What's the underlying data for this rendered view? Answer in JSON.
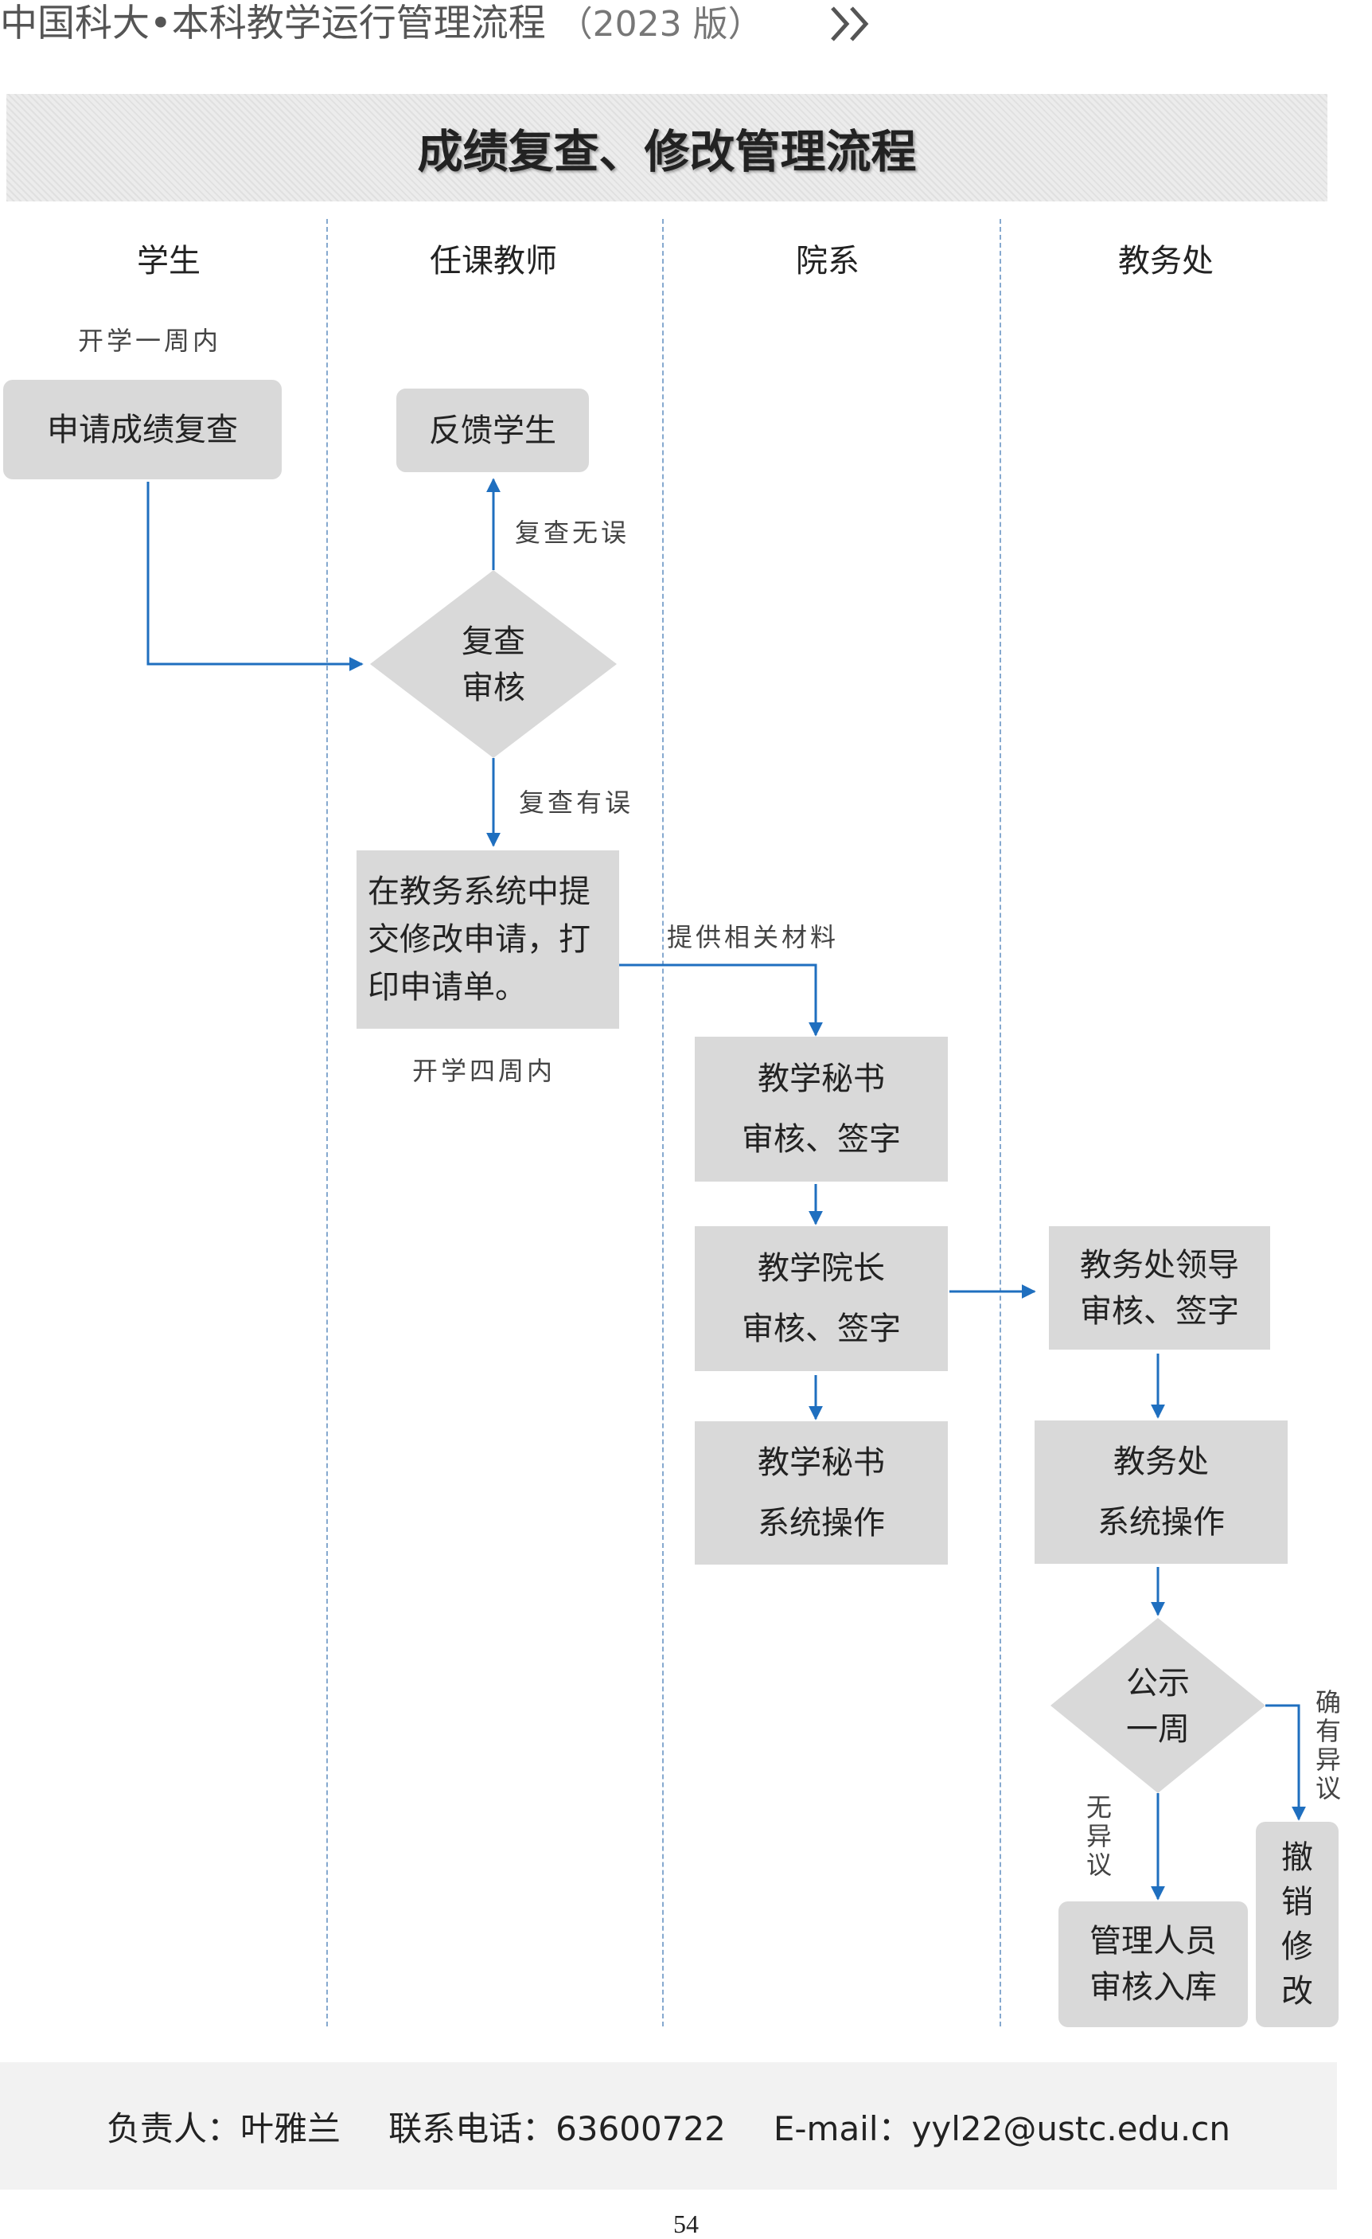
{
  "header": {
    "doc_title": "中国科大•本科教学运行管理流程",
    "edition": "（2023 版）"
  },
  "title": "成绩复查、修改管理流程",
  "lanes": [
    "学生",
    "任课教师",
    "院系",
    "教务处"
  ],
  "notes": {
    "week1": "开学一周内",
    "week4": "开学四周内",
    "no_error": "复查无误",
    "has_error": "复查有误",
    "materials": "提供相关材料",
    "no_objection": [
      "无",
      "异",
      "议"
    ],
    "has_objection": [
      "确",
      "有",
      "异",
      "议"
    ]
  },
  "nodes": {
    "apply": "申请成绩复查",
    "feedback": "反馈学生",
    "review": [
      "复查",
      "审核"
    ],
    "submit": [
      "在教务系统中提",
      "交修改申请，打",
      "印申请单。"
    ],
    "secretary_sign": [
      "教学秘书",
      "审核、签字"
    ],
    "dean_sign": [
      "教学院长",
      "审核、签字"
    ],
    "secretary_op": [
      "教学秘书",
      "系统操作"
    ],
    "office_lead": [
      "教务处领导",
      "审核、签字"
    ],
    "office_op": [
      "教务处",
      "系统操作"
    ],
    "publicize": [
      "公示",
      "一周"
    ],
    "admin_store": [
      "管理人员",
      "审核入库"
    ],
    "revoke": [
      "撤",
      "销",
      "修",
      "改"
    ]
  },
  "footer": {
    "contact_person": "负责人：叶雅兰",
    "phone": "联系电话：63600722",
    "email": "E-mail：yyl22@ustc.edu.cn"
  },
  "page_number": "54",
  "colors": {
    "arrow": "#1f6fbf",
    "box_fill": "#d9d9d9",
    "lane_divider": "#86a9cf"
  }
}
